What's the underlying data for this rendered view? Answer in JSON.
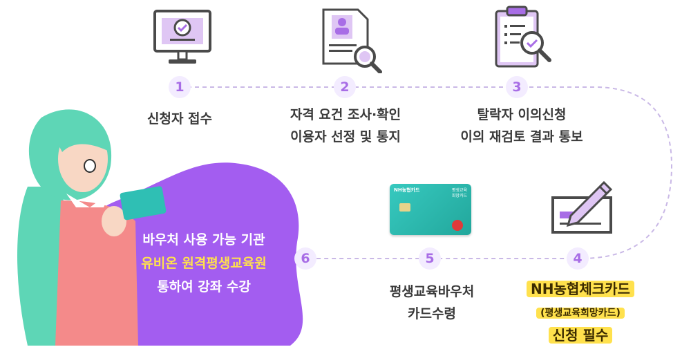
{
  "steps": [
    {
      "number": "1",
      "line1": "신청자 접수",
      "line2": ""
    },
    {
      "number": "2",
      "line1": "자격 요건 조사·확인",
      "line2": "이용자 선정 및 통지"
    },
    {
      "number": "3",
      "line1": "탈락자 이의신청",
      "line2": "이의 재검토 결과 통보"
    },
    {
      "number": "4",
      "line1": "NH농협체크카드",
      "line2": "(평생교육희망카드)",
      "line3": "신청 필수"
    },
    {
      "number": "5",
      "line1": "평생교육바우처",
      "line2": "카드수령"
    },
    {
      "number": "6",
      "line1": "바우처 사용 가능 기관",
      "line2": "유비온 원격평생교육원",
      "line3": "통하여 강좌 수강"
    }
  ],
  "icons": {
    "step1": "monitor-check-icon",
    "step2": "document-person-search-icon",
    "step3": "clipboard-checklist-search-icon",
    "step4": "check-pencil-icon",
    "step5": "nh-card-icon"
  },
  "card": {
    "brand": "NH농협카드",
    "title1": "평생교육",
    "title2": "희망카드"
  },
  "colors": {
    "accent": "#a86de6",
    "blob": "#a35df0",
    "highlight": "#ffe14d",
    "card": "#2fbfb4"
  }
}
